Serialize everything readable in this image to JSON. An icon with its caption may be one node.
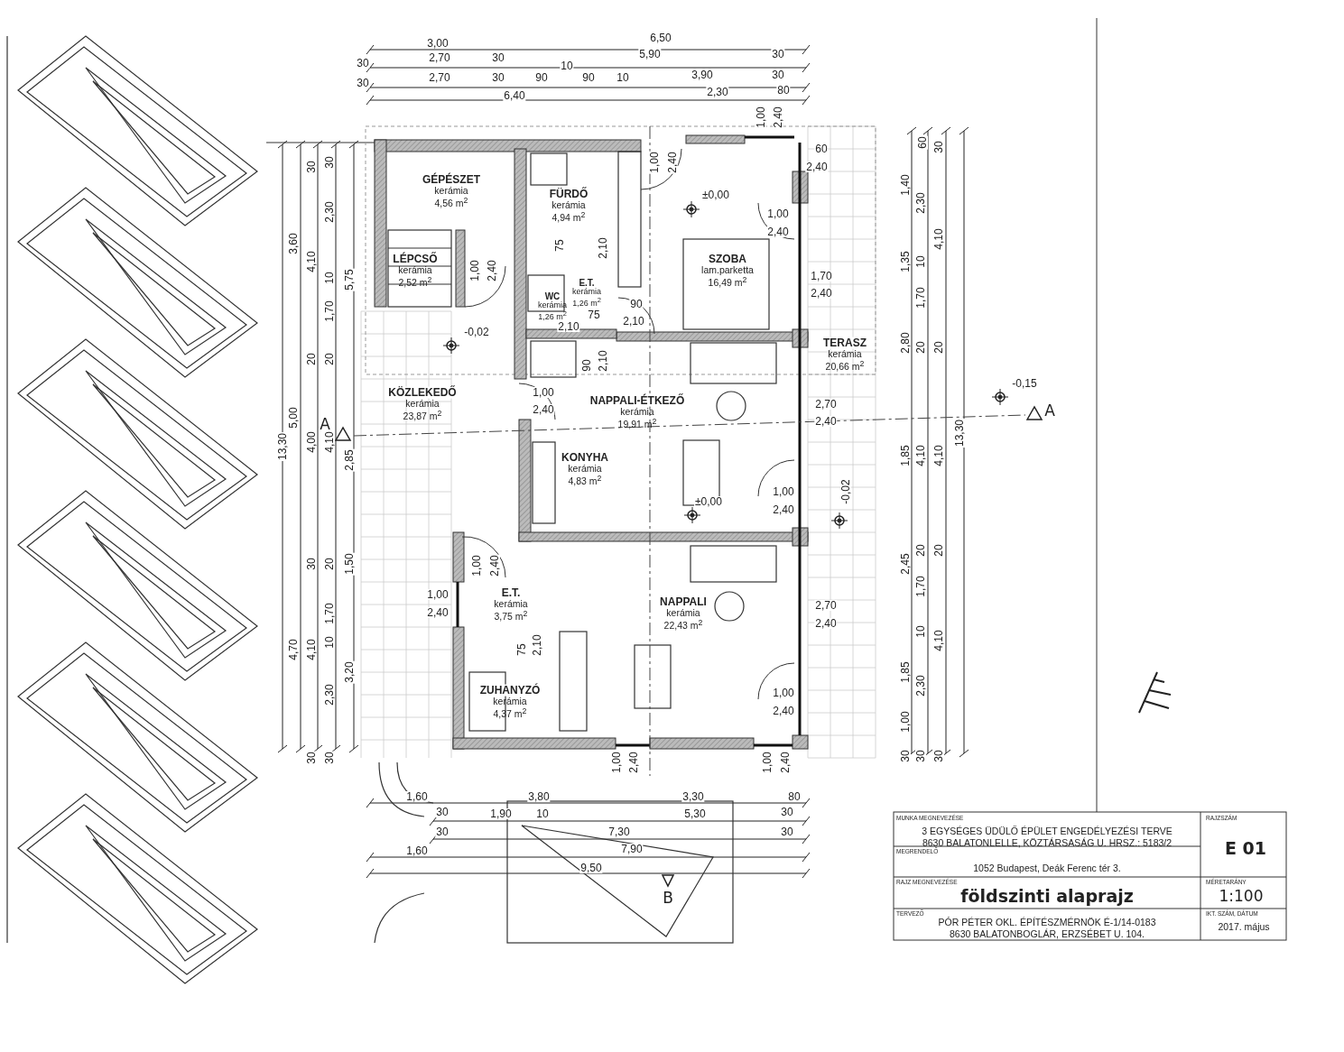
{
  "diagram": {
    "nodes": [
      {
        "text": [
          "GÉPÉSZET",
          "kerámia",
          "4,56 m$^{2}$"
        ]
      },
      {
        "text": [
          "FÜRDŐ",
          "kerámia",
          "4,94 m$^{2}$"
        ]
      },
      {
        "text": [
          "LÉPCSŐ",
          "kerámia",
          "2,52 m$^{2}$"
        ]
      },
      {
        "text": [
          "E.T.",
          "kerámia",
          "1,26 m$^{2}$"
        ]
      },
      {
        "text": [
          "WC",
          "kerámia",
          "1,26 m$^{2}$"
        ]
      },
      {
        "text": [
          "SZOBA",
          "lam.parketta",
          "16,49 m$^{2}$"
        ]
      },
      {
        "text": [
          "KÖZLEKEDŐ",
          "kerámia",
          "23,87 m$^{2}$"
        ]
      },
      {
        "text": [
          "NAPPALI-ÉTKEZŐ",
          "kerámia",
          "19,91 m$^{2}$"
        ]
      },
      {
        "text": [
          "TERASZ",
          "kerámia",
          "20,66 m$^{2}$"
        ]
      },
      {
        "text": [
          "KONYHA",
          "kerámia",
          "4,83 m$^{2}$"
        ]
      },
      {
        "text": [
          "E.T.",
          "kerámia",
          "3,75 m$^{2}$"
        ]
      },
      {
        "text": [
          "NAPPALI",
          "kerámia",
          "22,43 m$^{2}$"
        ]
      },
      {
        "text": [
          "ZUHANYZÓ",
          "kerámia",
          "4,37 m$^{2}$"
        ]
      }
    ],
    "labels": [
      "3,00",
      "6,50",
      "30",
      "2,70",
      "30",
      "10",
      "5,90",
      "30",
      "30",
      "2,70",
      "30",
      "90",
      "90",
      "10",
      "3,90",
      "30",
      "6,40",
      "2,30",
      "80",
      "1,00",
      "2,40",
      "13,30",
      "3,60",
      "5,00",
      "4,70",
      "30",
      "4,10",
      "20",
      "4,00",
      "30",
      "4,10",
      "30",
      "30",
      "2,30",
      "10",
      "1,70",
      "20",
      "4,10",
      "20",
      "1,70",
      "10",
      "2,30",
      "30",
      "5,75",
      "2,85",
      "1,50",
      "3,20",
      "A",
      "A",
      "-0,02",
      "±0,00",
      "-0,15",
      "±0,00",
      "-0,02",
      "1,00",
      "2,40",
      "60",
      "2,40",
      "1,00",
      "2,40",
      "1,70",
      "2,40",
      "75",
      "2,10",
      "1,00",
      "2,40",
      "75",
      "90",
      "2,10",
      "2,10",
      "90",
      "2,10",
      "1,00",
      "2,40",
      "2,70",
      "2,40",
      "1,00",
      "2,40",
      "1,00",
      "2,40",
      "1,00",
      "2,40",
      "2,70",
      "2,40",
      "75",
      "2,10",
      "1,00",
      "2,40",
      "1,00",
      "2,40",
      "1,00",
      "2,40",
      "60",
      "30",
      "1,40",
      "2,30",
      "4,10",
      "1,35",
      "10",
      "1,70",
      "20",
      "20",
      "2,80",
      "1,85",
      "4,10",
      "4,10",
      "13,30",
      "2,45",
      "20",
      "20",
      "1,70",
      "10",
      "4,10",
      "1,85",
      "2,30",
      "1,00",
      "30",
      "30",
      "30",
      "1,60",
      "3,80",
      "3,30",
      "80",
      "30",
      "1,90",
      "10",
      "5,30",
      "30",
      "30",
      "7,30",
      "30",
      "1,60",
      "7,90",
      "9,50",
      "B",
      "MUNKA MEGNEVEZÉSE",
      "3 EGYSÉGES ÜDÜLŐ ÉPÜLET ENGEDÉLYEZÉSI TERVE",
      "8630 BALATONLELLE, KÖZTÁRSASÁG U.  HRSZ.: 5183/2",
      "RAJZSZÁM",
      "E 01",
      "MEGRENDELŐ",
      "1052 Budapest, Deák Ferenc tér 3.",
      "RAJZ MEGNEVEZÉSE",
      "földszinti alaprajz",
      "MÉRETARÁNY",
      "1:100",
      "TERVEZŐ",
      "PÓR PÉTER OKL. ÉPÍTÉSZMÉRNÖK É-1/14-0183",
      "8630 BALATONBOGLÁR, ERZSÉBET U. 104.",
      "IKT. SZÁM, DÁTUM",
      "2017. május"
    ]
  }
}
